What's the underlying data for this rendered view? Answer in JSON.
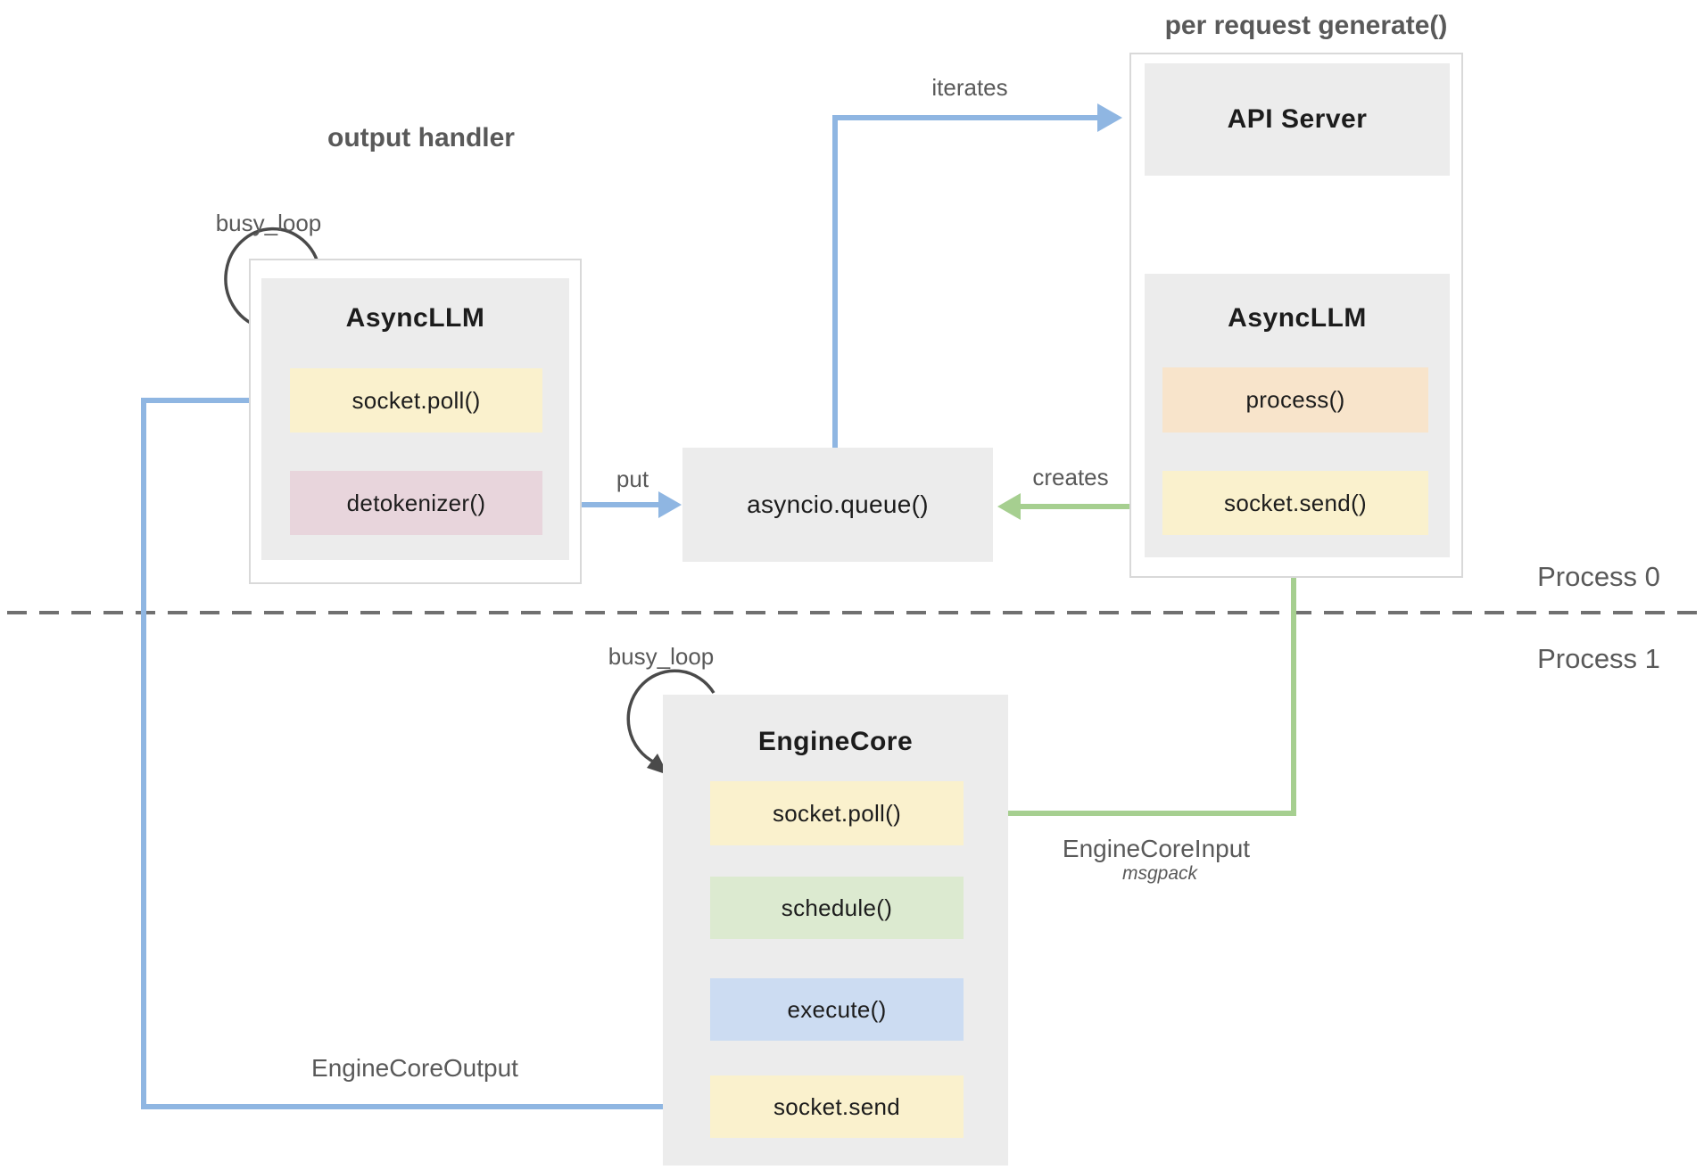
{
  "diagram": {
    "output_handler_group": {
      "title": "output handler",
      "loop_label": "busy_loop",
      "async_llm": {
        "title": "AsyncLLM",
        "methods": [
          {
            "label": "socket.poll()",
            "color_name": "yellow"
          },
          {
            "label": "detokenizer()",
            "color_name": "pink"
          }
        ]
      }
    },
    "per_request_group": {
      "title": "per request generate()",
      "api_server": {
        "title": "API Server"
      },
      "async_llm": {
        "title": "AsyncLLM",
        "methods": [
          {
            "label": "process()",
            "color_name": "peach"
          },
          {
            "label": "socket.send()",
            "color_name": "yellow"
          }
        ]
      }
    },
    "queue": {
      "label": "asyncio.queue()"
    },
    "engine_core": {
      "title": "EngineCore",
      "loop_label": "busy_loop",
      "methods": [
        {
          "label": "socket.poll()",
          "color_name": "yellow"
        },
        {
          "label": "schedule()",
          "color_name": "green"
        },
        {
          "label": "execute()",
          "color_name": "blue"
        },
        {
          "label": "socket.send",
          "color_name": "yellow"
        }
      ]
    },
    "lanes": {
      "process_0": "Process 0",
      "process_1": "Process 1"
    },
    "edges": {
      "put": {
        "label": "put",
        "color": "#8fb6e2"
      },
      "iterates": {
        "label": "iterates",
        "color": "#8fb6e2"
      },
      "engine_core_output": {
        "label": "EngineCoreOutput",
        "color": "#8fb6e2"
      },
      "creates": {
        "label": "creates",
        "color": "#a6cf90"
      },
      "api_to_asyncllm": {
        "label": "",
        "color": "#a6cf90"
      },
      "engine_core_input": {
        "label": "EngineCoreInput",
        "sublabel": "msgpack",
        "color": "#a6cf90"
      }
    },
    "colors": {
      "arrow_blue": "#8fb6e2",
      "arrow_green": "#a6cf90",
      "box_gray": "#ececec",
      "chip_yellow": "#faf1cd",
      "chip_pink": "#e8d5dc",
      "chip_peach": "#f8e4cb",
      "chip_green": "#dcead0",
      "chip_blue": "#ccdcf2",
      "label_gray": "#595959",
      "outline_gray": "#d9d9d9",
      "loop_arc_dark": "#4a4a4a",
      "dashed_divider": "#707070"
    }
  }
}
